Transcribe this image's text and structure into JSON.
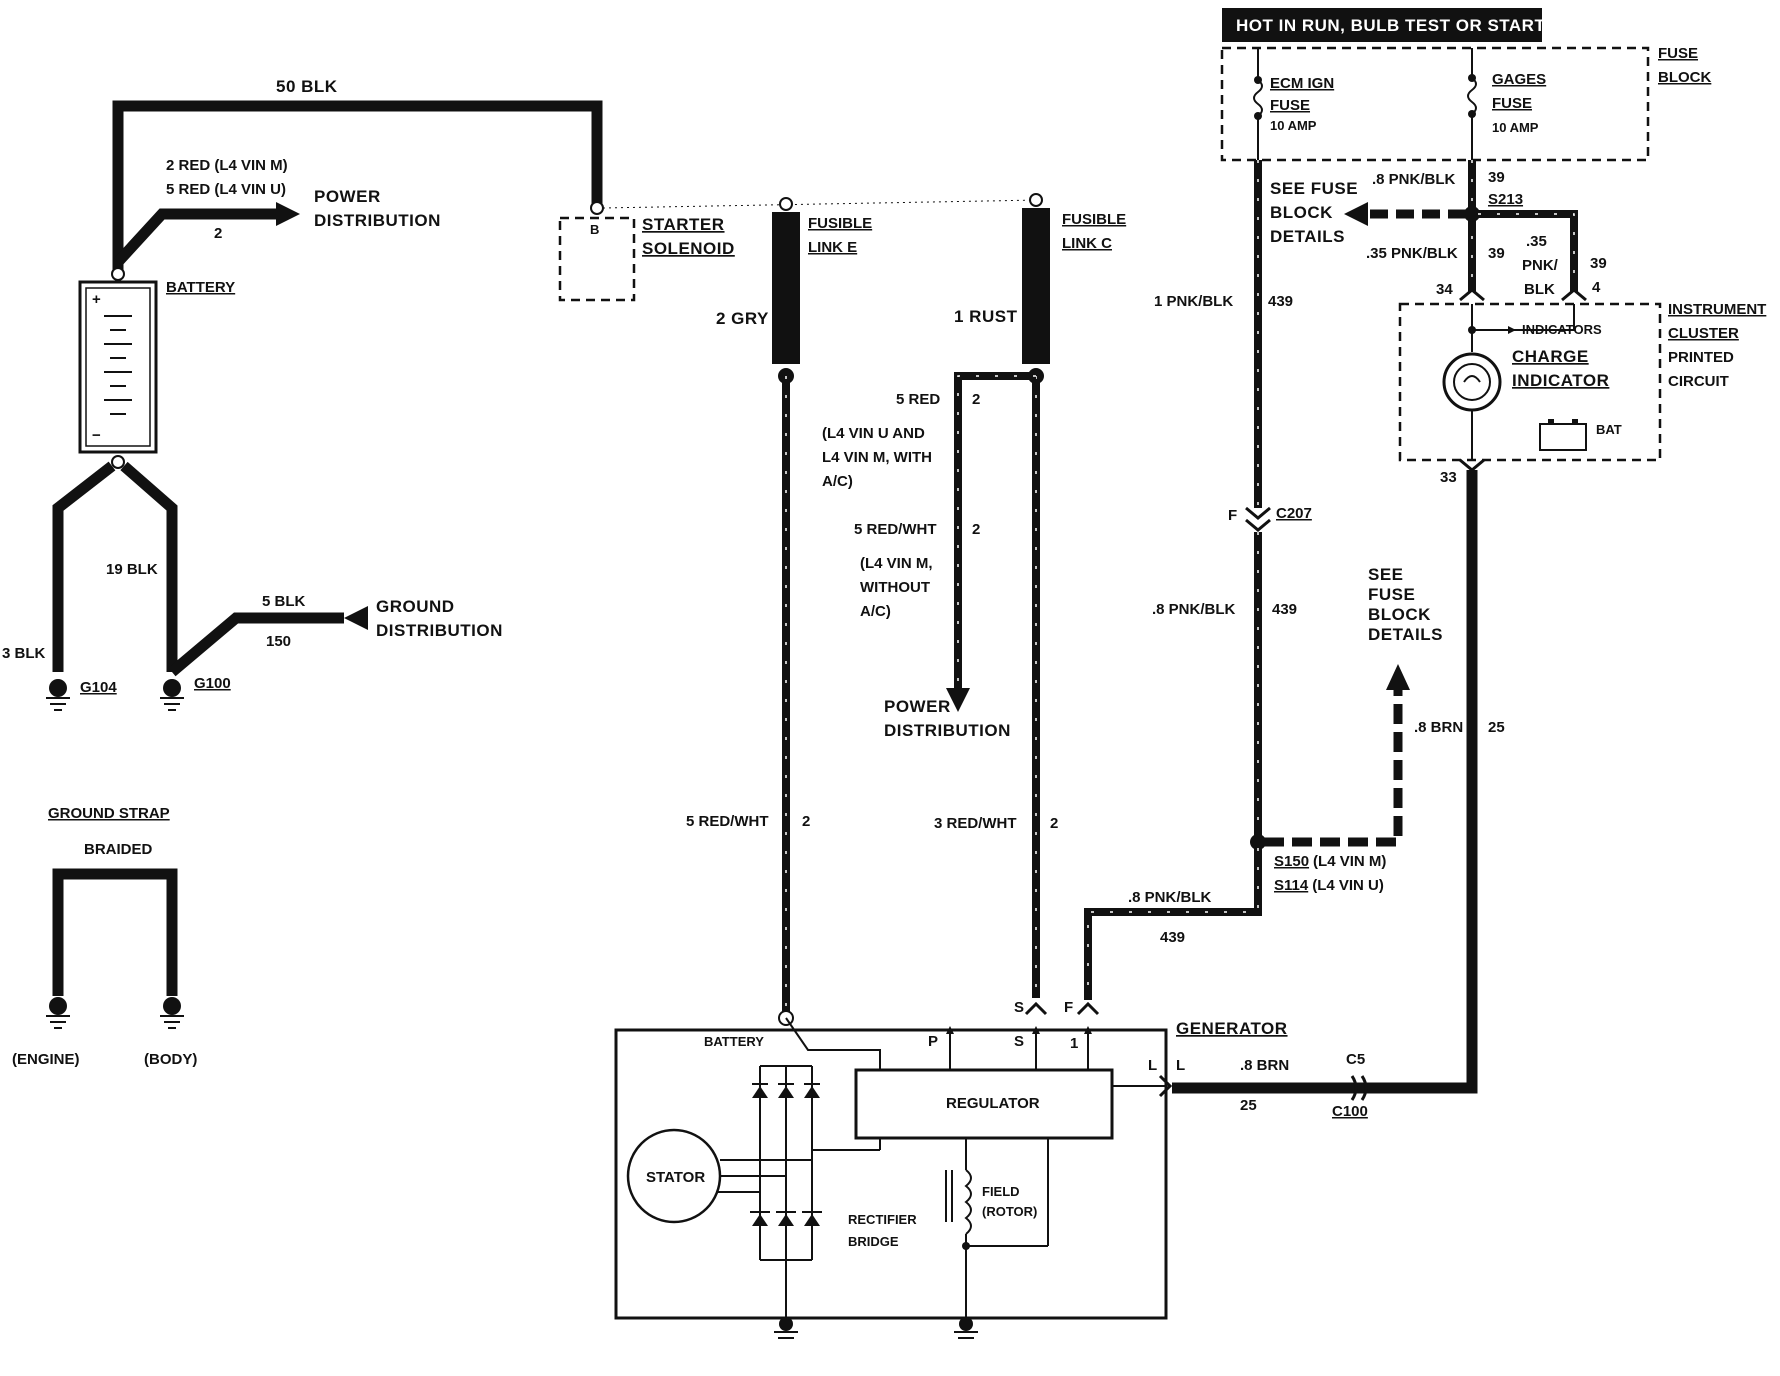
{
  "header": {
    "hot_in_run": "HOT IN RUN, BULB TEST OR START"
  },
  "fuse_block": {
    "label_line1": "FUSE",
    "label_line2": "BLOCK",
    "ecm_fuse": {
      "line1": "ECM IGN",
      "line2": "FUSE",
      "rating": "10 AMP"
    },
    "gages_fuse": {
      "line1": "GAGES",
      "line2": "FUSE",
      "rating": "10 AMP"
    },
    "see_details": [
      "SEE FUSE",
      "BLOCK",
      "DETAILS"
    ],
    "see_details_lower": [
      "SEE",
      "FUSE",
      "BLOCK",
      "DETAILS"
    ]
  },
  "battery_section": {
    "wire_50": "50 BLK",
    "wire_2red_m": "2 RED (L4 VIN M)",
    "wire_5red_u": "5 RED (L4 VIN U)",
    "circuit_2": "2",
    "power_dist": [
      "POWER",
      "DISTRIBUTION"
    ],
    "battery_label": "BATTERY",
    "wire_19": "19 BLK",
    "wire_3": "3 BLK",
    "wire_5blk": "5 BLK",
    "circuit_150": "150",
    "ground_dist": [
      "GROUND",
      "DISTRIBUTION"
    ],
    "g104": "G104",
    "g100": "G100"
  },
  "starter": {
    "line1": "STARTER",
    "line2": "SOLENOID",
    "terminal": "B"
  },
  "fusible_e": {
    "line1": "FUSIBLE",
    "line2": "LINK E",
    "wire": "2 GRY"
  },
  "fusible_c": {
    "line1": "FUSIBLE",
    "line2": "LINK C",
    "wire": "1 RUST"
  },
  "mid_wires": {
    "red5": "5 RED",
    "red5_ckt": "2",
    "note_ac": [
      "(L4 VIN U AND",
      "L4 VIN M, WITH",
      "A/C)"
    ],
    "redwht5": "5 RED/WHT",
    "redwht5_ckt": "2",
    "note_noac": [
      "(L4 VIN M,",
      "WITHOUT",
      "A/C)"
    ],
    "power_dist": [
      "POWER",
      "DISTRIBUTION"
    ],
    "left_drop": "5 RED/WHT",
    "left_drop_ckt": "2",
    "right_drop": "3 RED/WHT",
    "right_drop_ckt": "2"
  },
  "right_wires": {
    "pnk8": ".8 PNK/BLK",
    "ckt39a": "39",
    "s213": "S213",
    "pnk35": ".35 PNK/BLK",
    "ckt39b": "39",
    "pnk35b": [
      ".35",
      "PNK/",
      "BLK"
    ],
    "ckt39c": "39",
    "pin34": "34",
    "pin4": "4",
    "pnk1": "1 PNK/BLK",
    "ckt439a": "439",
    "f": "F",
    "c207": "C207",
    "pnk8b": ".8 PNK/BLK",
    "ckt439b": "439",
    "brn8": ".8 BRN",
    "ckt25": "25",
    "s150": "S150",
    "s150_note": "(L4 VIN M)",
    "s114": "S114",
    "s114_note": "(L4 VIN U)",
    "pnk8c": ".8 PNK/BLK",
    "ckt439c": "439",
    "pin33": "33"
  },
  "instrument_cluster": {
    "label": [
      "INSTRUMENT",
      "CLUSTER",
      "PRINTED",
      "CIRCUIT"
    ],
    "indicators": "INDICATORS",
    "charge": [
      "CHARGE",
      "INDICATOR"
    ],
    "bat": "BAT"
  },
  "ground_strap": {
    "title": "GROUND STRAP",
    "sub": "BRAIDED",
    "engine": "(ENGINE)",
    "body": "(BODY)"
  },
  "generator": {
    "label": "GENERATOR",
    "battery": "BATTERY",
    "p": "P",
    "s": "S",
    "f_term": "F",
    "s_out": "S",
    "f_out": "F",
    "one": "1",
    "regulator": "REGULATOR",
    "stator": "STATOR",
    "rectifier": [
      "RECTIFIER",
      "BRIDGE"
    ],
    "field": [
      "FIELD",
      "(ROTOR)"
    ],
    "l_in": "L",
    "l_out": "L",
    "brn": ".8 BRN",
    "c5": "C5",
    "ckt25": "25",
    "c100": "C100"
  }
}
